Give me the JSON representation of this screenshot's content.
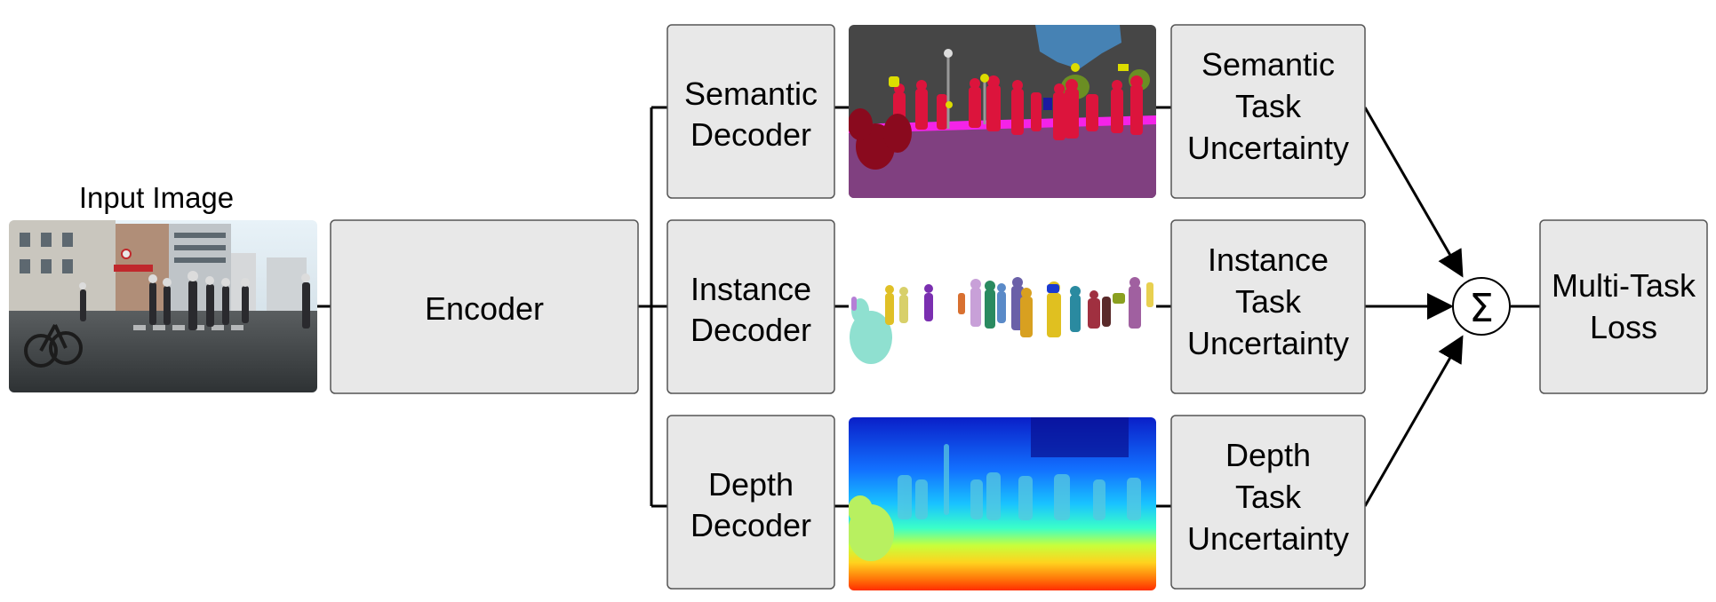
{
  "input": {
    "title": "Input Image"
  },
  "encoder": {
    "label": "Encoder"
  },
  "decoders": [
    {
      "line1": "Semantic",
      "line2": "Decoder"
    },
    {
      "line1": "Instance",
      "line2": "Decoder"
    },
    {
      "line1": "Depth",
      "line2": "Decoder"
    }
  ],
  "uncertainties": [
    {
      "line1": "Semantic",
      "line2": "Task",
      "line3": "Uncertainty"
    },
    {
      "line1": "Instance",
      "line2": "Task",
      "line3": "Uncertainty"
    },
    {
      "line1": "Depth",
      "line2": "Task",
      "line3": "Uncertainty"
    }
  ],
  "sum": {
    "symbol": "Σ"
  },
  "loss": {
    "line1": "Multi-Task",
    "line2": "Loss"
  },
  "colors": {
    "box_fill": "#e8e8e8",
    "box_stroke": "#555555",
    "road": "#804080",
    "sidewalk": "#f423e8",
    "person": "#dc143c",
    "vegetation": "#6b8e23",
    "sky": "#4682b4",
    "building": "#464646",
    "sign": "#dcdc00",
    "rider": "#7a0f1f"
  }
}
